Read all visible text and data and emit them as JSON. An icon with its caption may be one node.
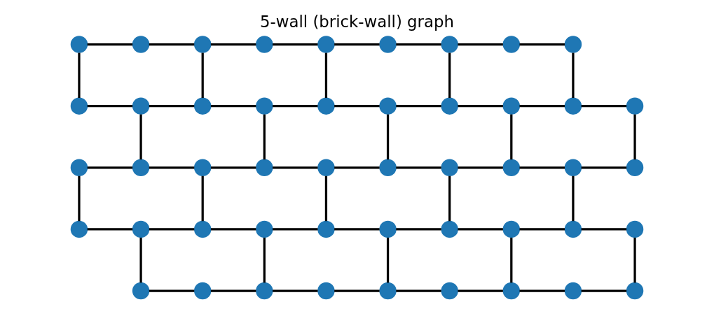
{
  "diagram": {
    "title": "5-wall (brick-wall) graph",
    "nodes": [
      {
        "text": [],
        "shape": "circle"
      },
      {
        "text": [],
        "shape": "circle"
      },
      {
        "text": [],
        "shape": "circle"
      },
      {
        "text": [],
        "shape": "circle"
      },
      {
        "text": [],
        "shape": "circle"
      },
      {
        "text": [],
        "shape": "circle"
      },
      {
        "text": [],
        "shape": "circle"
      },
      {
        "text": [],
        "shape": "circle"
      },
      {
        "text": [],
        "shape": "circle"
      },
      {
        "text": [],
        "shape": "circle"
      },
      {
        "text": [],
        "shape": "circle"
      },
      {
        "text": [],
        "shape": "circle"
      },
      {
        "text": [],
        "shape": "circle"
      },
      {
        "text": [],
        "shape": "circle"
      },
      {
        "text": [],
        "shape": "circle"
      },
      {
        "text": [],
        "shape": "circle"
      },
      {
        "text": [],
        "shape": "circle"
      },
      {
        "text": [],
        "shape": "circle"
      },
      {
        "text": [],
        "shape": "circle"
      },
      {
        "text": [],
        "shape": "circle"
      },
      {
        "text": [],
        "shape": "circle"
      },
      {
        "text": [],
        "shape": "circle"
      },
      {
        "text": [],
        "shape": "circle"
      },
      {
        "text": [],
        "shape": "circle"
      },
      {
        "text": [],
        "shape": "circle"
      },
      {
        "text": [],
        "shape": "circle"
      },
      {
        "text": [],
        "shape": "circle"
      },
      {
        "text": [],
        "shape": "circle"
      },
      {
        "text": [],
        "shape": "circle"
      },
      {
        "text": [],
        "shape": "circle"
      },
      {
        "text": [],
        "shape": "circle"
      },
      {
        "text": [],
        "shape": "circle"
      },
      {
        "text": [],
        "shape": "circle"
      },
      {
        "text": [],
        "shape": "circle"
      },
      {
        "text": [],
        "shape": "circle"
      },
      {
        "text": [],
        "shape": "circle"
      },
      {
        "text": [],
        "shape": "circle"
      },
      {
        "text": [],
        "shape": "circle"
      },
      {
        "text": [],
        "shape": "circle"
      },
      {
        "text": [],
        "shape": "circle"
      },
      {
        "text": [],
        "shape": "circle"
      },
      {
        "text": [],
        "shape": "circle"
      },
      {
        "text": [],
        "shape": "circle"
      },
      {
        "text": [],
        "shape": "circle"
      },
      {
        "text": [],
        "shape": "circle"
      },
      {
        "text": [],
        "shape": "circle"
      },
      {
        "text": [],
        "shape": "circle"
      },
      {
        "text": [],
        "shape": "circle"
      }
    ],
    "edges": [
      {
        "from": 0,
        "to": 1,
        "arrow": "none"
      },
      {
        "from": 1,
        "to": 2,
        "arrow": "none"
      },
      {
        "from": 2,
        "to": 3,
        "arrow": "none"
      },
      {
        "from": 3,
        "to": 4,
        "arrow": "none"
      },
      {
        "from": 4,
        "to": 5,
        "arrow": "none"
      },
      {
        "from": 5,
        "to": 6,
        "arrow": "none"
      },
      {
        "from": 6,
        "to": 7,
        "arrow": "none"
      },
      {
        "from": 7,
        "to": 8,
        "arrow": "none"
      },
      {
        "from": 9,
        "to": 10,
        "arrow": "none"
      },
      {
        "from": 10,
        "to": 11,
        "arrow": "none"
      },
      {
        "from": 11,
        "to": 12,
        "arrow": "none"
      },
      {
        "from": 12,
        "to": 13,
        "arrow": "none"
      },
      {
        "from": 13,
        "to": 14,
        "arrow": "none"
      },
      {
        "from": 14,
        "to": 15,
        "arrow": "none"
      },
      {
        "from": 15,
        "to": 16,
        "arrow": "none"
      },
      {
        "from": 16,
        "to": 17,
        "arrow": "none"
      },
      {
        "from": 17,
        "to": 18,
        "arrow": "none"
      },
      {
        "from": 19,
        "to": 20,
        "arrow": "none"
      },
      {
        "from": 20,
        "to": 21,
        "arrow": "none"
      },
      {
        "from": 21,
        "to": 22,
        "arrow": "none"
      },
      {
        "from": 22,
        "to": 23,
        "arrow": "none"
      },
      {
        "from": 23,
        "to": 24,
        "arrow": "none"
      },
      {
        "from": 24,
        "to": 25,
        "arrow": "none"
      },
      {
        "from": 25,
        "to": 26,
        "arrow": "none"
      },
      {
        "from": 26,
        "to": 27,
        "arrow": "none"
      },
      {
        "from": 27,
        "to": 28,
        "arrow": "none"
      },
      {
        "from": 29,
        "to": 30,
        "arrow": "none"
      },
      {
        "from": 30,
        "to": 31,
        "arrow": "none"
      },
      {
        "from": 31,
        "to": 32,
        "arrow": "none"
      },
      {
        "from": 32,
        "to": 33,
        "arrow": "none"
      },
      {
        "from": 33,
        "to": 34,
        "arrow": "none"
      },
      {
        "from": 34,
        "to": 35,
        "arrow": "none"
      },
      {
        "from": 35,
        "to": 36,
        "arrow": "none"
      },
      {
        "from": 36,
        "to": 37,
        "arrow": "none"
      },
      {
        "from": 37,
        "to": 38,
        "arrow": "none"
      },
      {
        "from": 39,
        "to": 40,
        "arrow": "none"
      },
      {
        "from": 40,
        "to": 41,
        "arrow": "none"
      },
      {
        "from": 41,
        "to": 42,
        "arrow": "none"
      },
      {
        "from": 42,
        "to": 43,
        "arrow": "none"
      },
      {
        "from": 43,
        "to": 44,
        "arrow": "none"
      },
      {
        "from": 44,
        "to": 45,
        "arrow": "none"
      },
      {
        "from": 45,
        "to": 46,
        "arrow": "none"
      },
      {
        "from": 46,
        "to": 47,
        "arrow": "none"
      },
      {
        "from": 0,
        "to": 9,
        "arrow": "none"
      },
      {
        "from": 2,
        "to": 11,
        "arrow": "none"
      },
      {
        "from": 4,
        "to": 13,
        "arrow": "none"
      },
      {
        "from": 6,
        "to": 15,
        "arrow": "none"
      },
      {
        "from": 8,
        "to": 17,
        "arrow": "none"
      },
      {
        "from": 10,
        "to": 20,
        "arrow": "none"
      },
      {
        "from": 12,
        "to": 22,
        "arrow": "none"
      },
      {
        "from": 14,
        "to": 24,
        "arrow": "none"
      },
      {
        "from": 16,
        "to": 26,
        "arrow": "none"
      },
      {
        "from": 18,
        "to": 28,
        "arrow": "none"
      },
      {
        "from": 19,
        "to": 29,
        "arrow": "none"
      },
      {
        "from": 21,
        "to": 31,
        "arrow": "none"
      },
      {
        "from": 23,
        "to": 33,
        "arrow": "none"
      },
      {
        "from": 25,
        "to": 35,
        "arrow": "none"
      },
      {
        "from": 27,
        "to": 37,
        "arrow": "none"
      },
      {
        "from": 30,
        "to": 39,
        "arrow": "none"
      },
      {
        "from": 32,
        "to": 41,
        "arrow": "none"
      },
      {
        "from": 34,
        "to": 43,
        "arrow": "none"
      },
      {
        "from": 36,
        "to": 45,
        "arrow": "none"
      },
      {
        "from": 38,
        "to": 47,
        "arrow": "none"
      }
    ]
  }
}
